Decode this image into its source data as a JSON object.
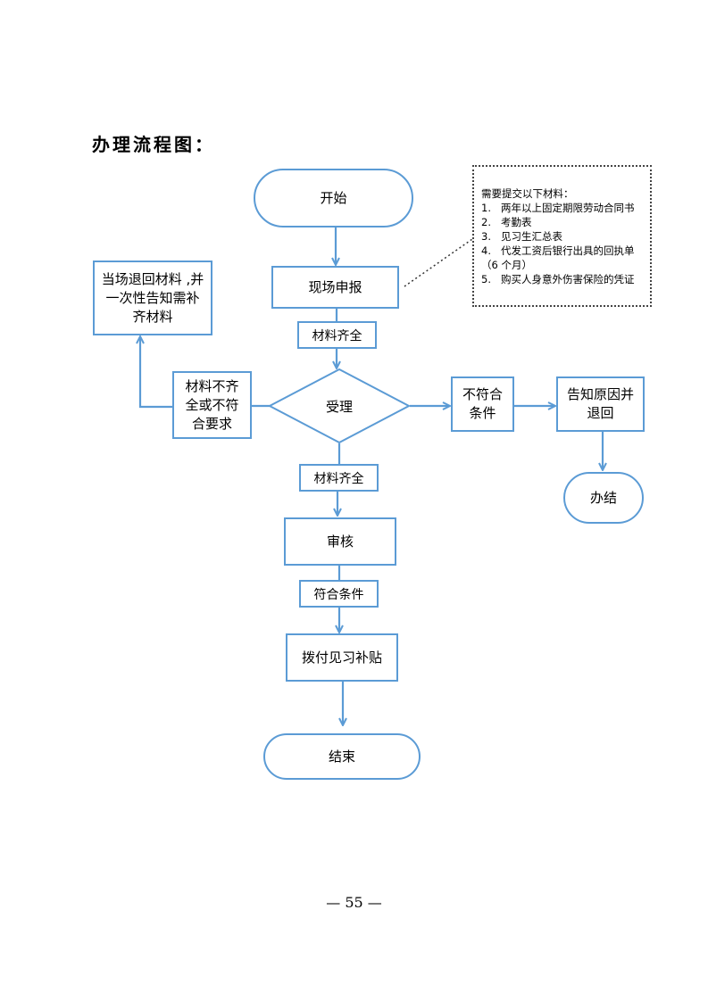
{
  "heading": "办理流程图：",
  "nodes": {
    "start": "开始",
    "apply": "现场申报",
    "accept": "受理",
    "reject_return": "当场退回材料 ,并一次性告知需补齐材料",
    "incomplete": "材料不齐全或不符合要求",
    "not_eligible": "不符合条件",
    "notify_return": "告知原因并退回",
    "close": "办结",
    "review": "审核",
    "pay": "拨付见习补贴",
    "end": "结束"
  },
  "labels": {
    "complete_1": "材料齐全",
    "complete_2": "材料齐全",
    "eligible": "符合条件"
  },
  "materials": {
    "title": "需要提交以下材料：",
    "items": [
      {
        "num": "1.",
        "text": "两年以上固定期限劳动合同书"
      },
      {
        "num": "2.",
        "text": "考勤表"
      },
      {
        "num": "3.",
        "text": "见习生汇总表"
      },
      {
        "num": "4.",
        "text": "代发工资后银行出具的回执单"
      },
      {
        "num": "",
        "text": "（6 个月）"
      },
      {
        "num": "5.",
        "text": "购买人身意外伤害保险的凭证"
      }
    ]
  },
  "page_number": "— 55 —",
  "colors": {
    "shape_border": "#5b9bd5",
    "arrow": "#5b9bd5",
    "note_border": "#444444"
  }
}
